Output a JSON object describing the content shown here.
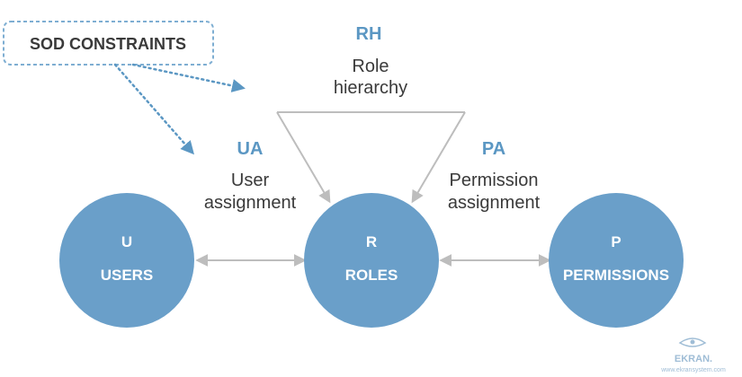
{
  "constraints_box": {
    "label": "SOD CONSTRAINTS"
  },
  "role_hierarchy": {
    "abbr": "RH",
    "line1": "Role",
    "line2": "hierarchy"
  },
  "user_assignment": {
    "abbr": "UA",
    "line1": "User",
    "line2": "assignment"
  },
  "permission_assignment": {
    "abbr": "PA",
    "line1": "Permission",
    "line2": "assignment"
  },
  "nodes": {
    "users": {
      "letter": "U",
      "label": "USERS"
    },
    "roles": {
      "letter": "R",
      "label": "ROLES"
    },
    "permissions": {
      "letter": "P",
      "label": "PERMISSIONS"
    }
  },
  "brand": {
    "name": "EKRAN.",
    "url": "www.ekransystem.com"
  },
  "colors": {
    "node_fill": "#6a9fc9",
    "accent_text": "#5b97c3",
    "arrow_gray": "#bdbdbd",
    "dotted_blue": "#5b97c3"
  }
}
